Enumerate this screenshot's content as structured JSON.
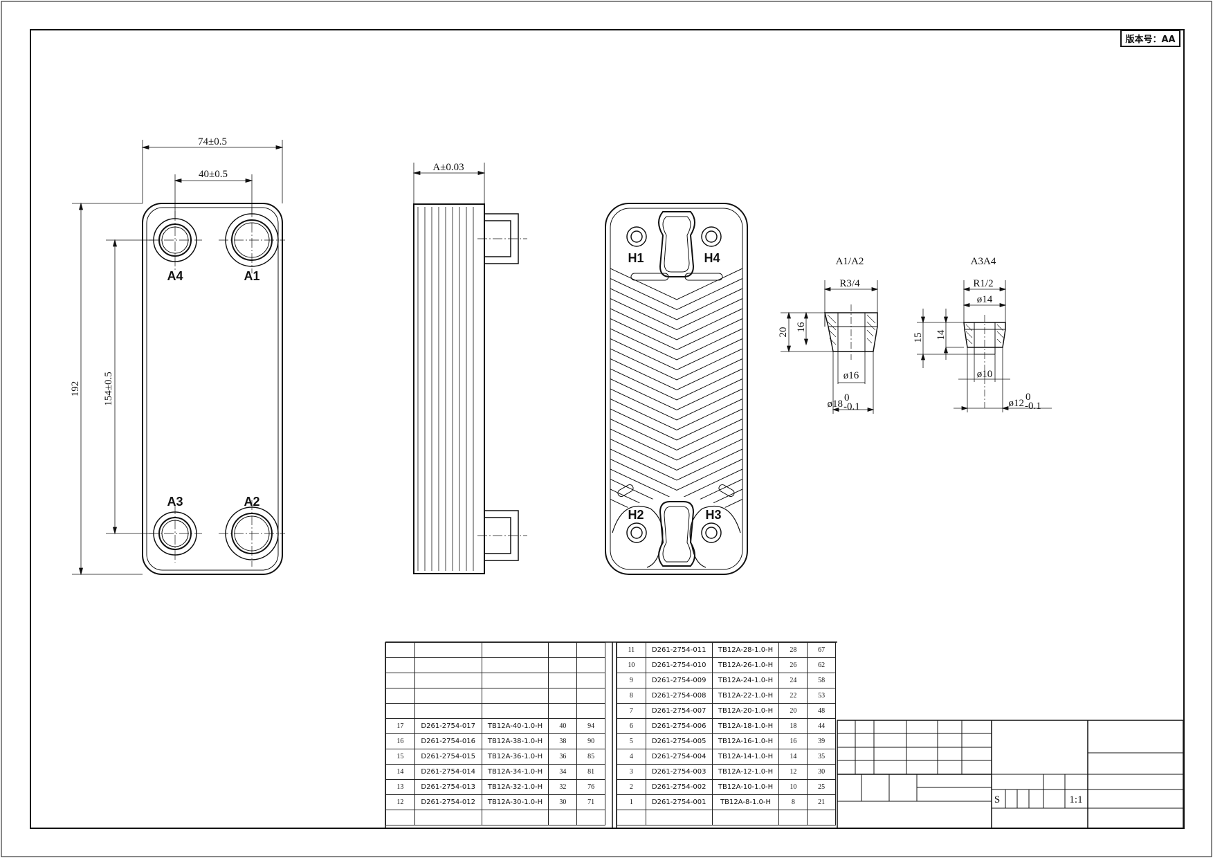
{
  "version_box": {
    "label": "版本号：AA"
  },
  "front_view": {
    "dims": {
      "width": "74±0.5",
      "port_spacing": "40±0.5",
      "height": "192",
      "port_distance": "154±0.5"
    },
    "ports": {
      "a4": "A4",
      "a1": "A1",
      "a3": "A3",
      "a2": "A2"
    }
  },
  "side_view": {
    "dims": {
      "thickness": "A±0.03"
    }
  },
  "plate_view": {
    "ports": {
      "h1": "H1",
      "h4": "H4",
      "h2": "H2",
      "h3": "H3"
    }
  },
  "connection_a1a2": {
    "title": "A1/A2",
    "thread": "R3/4",
    "h_total": "20",
    "h_inner": "16",
    "bore": "ø16",
    "outer_main": "ø18",
    "outer_sup": "0",
    "outer_sub": "-0.1"
  },
  "connection_a3a4": {
    "title": "A3A4",
    "thread": "R1/2",
    "top_dia": "ø14",
    "h_total": "15",
    "h_inner": "14",
    "bore": "ø10",
    "outer_main": "ø12",
    "outer_sup": "0",
    "outer_sub": "-0.1"
  },
  "bom_left": {
    "rows": [
      [
        "",
        "",
        "",
        "",
        ""
      ],
      [
        "",
        "",
        "",
        "",
        ""
      ],
      [
        "",
        "",
        "",
        "",
        ""
      ],
      [
        "",
        "",
        "",
        "",
        ""
      ],
      [
        "",
        "",
        "",
        "",
        ""
      ],
      [
        "17",
        "D261-2754-017",
        "TB12A-40-1.0-H",
        "40",
        "94"
      ],
      [
        "16",
        "D261-2754-016",
        "TB12A-38-1.0-H",
        "38",
        "90"
      ],
      [
        "15",
        "D261-2754-015",
        "TB12A-36-1.0-H",
        "36",
        "85"
      ],
      [
        "14",
        "D261-2754-014",
        "TB12A-34-1.0-H",
        "34",
        "81"
      ],
      [
        "13",
        "D261-2754-013",
        "TB12A-32-1.0-H",
        "32",
        "76"
      ],
      [
        "12",
        "D261-2754-012",
        "TB12A-30-1.0-H",
        "30",
        "71"
      ],
      [
        "",
        "",
        "",
        "",
        ""
      ]
    ]
  },
  "bom_right": {
    "rows": [
      [
        "11",
        "D261-2754-011",
        "TB12A-28-1.0-H",
        "28",
        "67"
      ],
      [
        "10",
        "D261-2754-010",
        "TB12A-26-1.0-H",
        "26",
        "62"
      ],
      [
        "9",
        "D261-2754-009",
        "TB12A-24-1.0-H",
        "24",
        "58"
      ],
      [
        "8",
        "D261-2754-008",
        "TB12A-22-1.0-H",
        "22",
        "53"
      ],
      [
        "7",
        "D261-2754-007",
        "TB12A-20-1.0-H",
        "20",
        "48"
      ],
      [
        "6",
        "D261-2754-006",
        "TB12A-18-1.0-H",
        "18",
        "44"
      ],
      [
        "5",
        "D261-2754-005",
        "TB12A-16-1.0-H",
        "16",
        "39"
      ],
      [
        "4",
        "D261-2754-004",
        "TB12A-14-1.0-H",
        "14",
        "35"
      ],
      [
        "3",
        "D261-2754-003",
        "TB12A-12-1.0-H",
        "12",
        "30"
      ],
      [
        "2",
        "D261-2754-002",
        "TB12A-10-1.0-H",
        "10",
        "25"
      ],
      [
        "1",
        "D261-2754-001",
        "TB12A-8-1.0-H",
        "8",
        "21"
      ],
      [
        "",
        "",
        "",
        "",
        ""
      ]
    ]
  },
  "title_block": {
    "scale_label": "S",
    "scale_value": "1:1"
  }
}
